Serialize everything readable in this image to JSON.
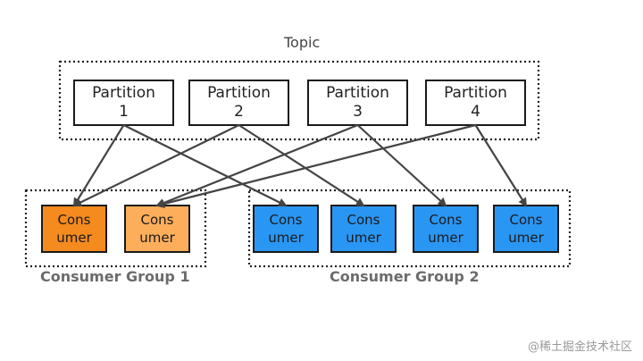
{
  "topic": {
    "label": "Topic",
    "partitions": [
      {
        "line1": "Partition",
        "line2": "1"
      },
      {
        "line1": "Partition",
        "line2": "2"
      },
      {
        "line1": "Partition",
        "line2": "3"
      },
      {
        "line1": "Partition",
        "line2": "4"
      }
    ]
  },
  "groups": [
    {
      "label": "Consumer Group 1",
      "consumers": [
        {
          "line1": "Cons",
          "line2": "umer",
          "color": "#f58a1f"
        },
        {
          "line1": "Cons",
          "line2": "umer",
          "color": "#fdae5b"
        }
      ]
    },
    {
      "label": "Consumer Group 2",
      "consumers": [
        {
          "line1": "Cons",
          "line2": "umer",
          "color": "#2a96f3"
        },
        {
          "line1": "Cons",
          "line2": "umer",
          "color": "#2a96f3"
        },
        {
          "line1": "Cons",
          "line2": "umer",
          "color": "#2a96f3"
        },
        {
          "line1": "Cons",
          "line2": "umer",
          "color": "#2a96f3"
        }
      ]
    }
  ],
  "edges": [
    {
      "from": "partition-1",
      "to": "consumer-1"
    },
    {
      "from": "partition-1",
      "to": "consumer-3"
    },
    {
      "from": "partition-2",
      "to": "consumer-1"
    },
    {
      "from": "partition-2",
      "to": "consumer-4"
    },
    {
      "from": "partition-3",
      "to": "consumer-2"
    },
    {
      "from": "partition-3",
      "to": "consumer-5"
    },
    {
      "from": "partition-4",
      "to": "consumer-2"
    },
    {
      "from": "partition-4",
      "to": "consumer-6"
    }
  ],
  "colors": {
    "box_border": "#1a1a1a",
    "arrow": "#444444",
    "dotted_border": "#222222"
  },
  "watermark": "@稀土掘金技术社区"
}
